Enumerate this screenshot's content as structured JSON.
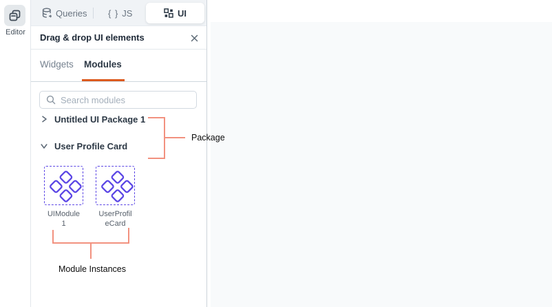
{
  "rail": {
    "label": "Editor"
  },
  "segbar": {
    "queries_label": "Queries",
    "js_icon_text": "{ }",
    "js_label": "JS",
    "ui_label": "UI"
  },
  "panel": {
    "title": "Drag & drop UI elements",
    "tabs": [
      {
        "label": "Widgets",
        "active": false
      },
      {
        "label": "Modules",
        "active": true
      }
    ],
    "search_placeholder": "Search modules",
    "tree": [
      {
        "label": "Untitled UI Package 1",
        "state": "collapsed"
      },
      {
        "label": "User Profile Card",
        "state": "expanded"
      }
    ],
    "instances": [
      {
        "name": "UIModule 1",
        "label_line1": "UIModule",
        "label_line2": "1"
      },
      {
        "name": "UserProfileCard",
        "label_line1": "UserProfil",
        "label_line2": "eCard"
      }
    ]
  },
  "annotations": {
    "package_label": "Package",
    "instances_label": "Module Instances"
  },
  "colors": {
    "accent_orange": "#dd5a1e",
    "module_purple": "#5b46e5",
    "annotation_coral": "#f2917f",
    "canvas_bg": "#f8fafb",
    "segbar_bg": "#f0f3f6"
  }
}
